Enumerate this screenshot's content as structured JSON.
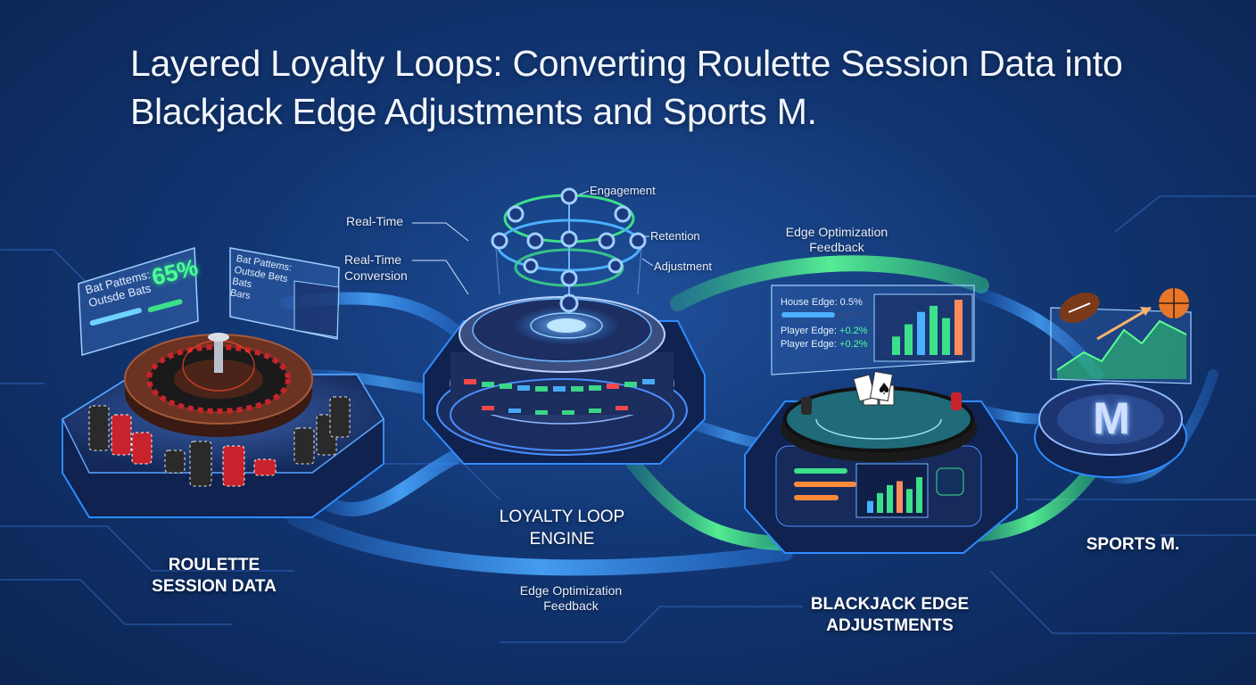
{
  "title": "Layered Loyalty Loops: Converting Roulette Session Data into Blackjack Edge Adjustments and Sports M.",
  "nodes": {
    "roulette": {
      "line1": "ROULETTE",
      "line2": "SESSION DATA"
    },
    "engine": {
      "line1": "LOYALTY LOOP",
      "line2": "ENGINE"
    },
    "blackjack": {
      "line1": "BLACKJACK EDGE",
      "line2": "ADJUSTMENTS"
    },
    "sports": {
      "label": "SPORTS M.",
      "emblem": "M"
    }
  },
  "engine_labels": {
    "engagement": "Engagement",
    "retention": "Retention",
    "adjustment": "Adjustment",
    "realtime": "Real-Time",
    "realtime_conversion_1": "Real-Time",
    "realtime_conversion_2": "Conversion"
  },
  "feedback_top": {
    "line1": "Edge Optimization",
    "line2": "Feedback"
  },
  "feedback_bottom": {
    "line1": "Edge Optimization",
    "line2": "Feedback"
  },
  "roulette_panel": {
    "line1": "Bat Pattems:",
    "line2": "Outsde Bats",
    "percent": "65%",
    "back_line1": "Bat Pattems:",
    "back_line2": "Outsde Bets",
    "back_line3": "Bats",
    "back_line4": "Bars"
  },
  "blackjack_panel": {
    "house_edge": "House Edge: 0.5%",
    "player_edge_1_label": "Player Edge:",
    "player_edge_1_value": "+0.2%",
    "player_edge_2_label": "Player Edge:",
    "player_edge_2_value": "+0.2%",
    "bar_values": [
      3,
      5,
      7,
      8,
      6,
      9
    ]
  },
  "colors": {
    "accent_blue": "#2f8cff",
    "accent_green": "#35e07a",
    "chip_red": "#c8232c"
  }
}
